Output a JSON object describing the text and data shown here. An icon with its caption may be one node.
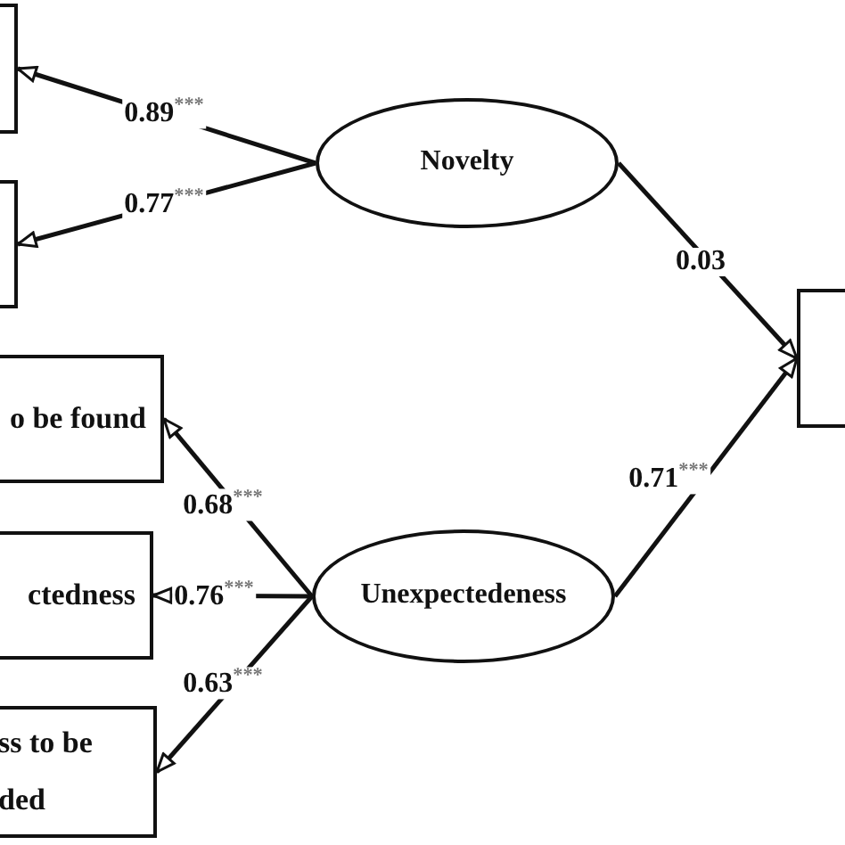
{
  "diagram": {
    "nodes": [
      {
        "text": [],
        "shape": "box"
      },
      {
        "text": [
          "Novelty"
        ]
      },
      {
        "text": [],
        "shape": "box"
      },
      {
        "text": [],
        "shape": "box"
      },
      {
        "text": [
          "o be found"
        ]
      },
      {
        "text": [
          "Unexpectedeness"
        ]
      },
      {
        "text": [
          "ctedness"
        ]
      },
      {
        "text": [
          "ss to be ded"
        ]
      }
    ],
    "edges": [
      {
        "from": 1,
        "to": 0,
        "arrow": "to",
        "label": "0.89$^{***}$"
      },
      {
        "from": 1,
        "to": 2,
        "arrow": "to",
        "label": "0.77$^{***}$"
      },
      {
        "from": 1,
        "to": 3,
        "arrow": "to",
        "label": "0.03"
      },
      {
        "from": 5,
        "to": 4,
        "arrow": "to",
        "label": "0.68$^{***}$"
      },
      {
        "from": 5,
        "to": 6,
        "arrow": "to",
        "label": "0.76$^{***}$"
      },
      {
        "from": 5,
        "to": 7,
        "arrow": "to",
        "label": "0.63$^{***}$"
      },
      {
        "from": 5,
        "to": 3,
        "arrow": "to",
        "label": "0.71$^{***}$"
      }
    ]
  }
}
